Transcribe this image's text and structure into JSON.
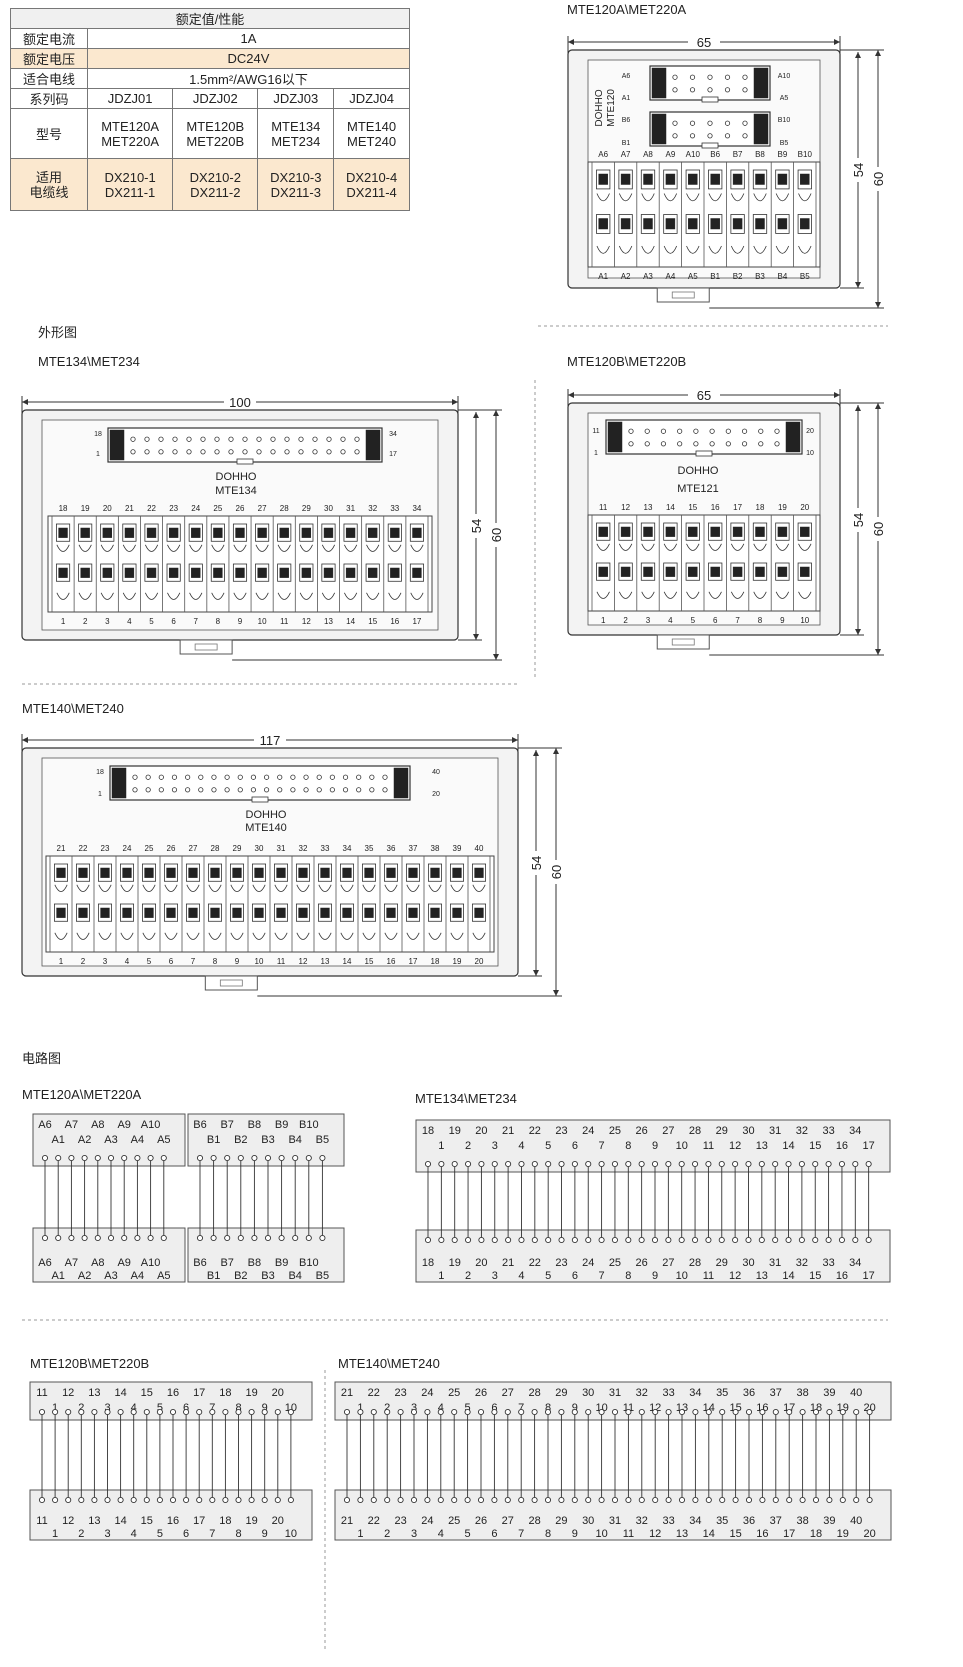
{
  "spec_table": {
    "header": "额定值/性能",
    "rows": [
      {
        "label": "额定电流",
        "value": "1A"
      },
      {
        "label": "额定电压",
        "value": "DC24V"
      },
      {
        "label": "适合电线",
        "value": "1.5mm²/AWG16以下"
      }
    ],
    "series_label": "系列码",
    "series": [
      "JDZJ01",
      "JDZJ02",
      "JDZJ03",
      "JDZJ04"
    ],
    "model_label": "型号",
    "models": [
      [
        "MTE120A",
        "MET220A"
      ],
      [
        "MTE120B",
        "MET220B"
      ],
      [
        "MTE134",
        "MET234"
      ],
      [
        "MTE140",
        "MET240"
      ]
    ],
    "cable_label_1": "适用",
    "cable_label_2": "电缆线",
    "cables": [
      [
        "DX210-1",
        "DX211-1"
      ],
      [
        "DX210-2",
        "DX211-2"
      ],
      [
        "DX210-3",
        "DX211-3"
      ],
      [
        "DX210-4",
        "DX211-4"
      ]
    ]
  },
  "section_outline": "外形图",
  "section_circuit": "电路图",
  "drawings": {
    "mte120a": {
      "title": "MTE120A\\MET220A",
      "width": "65",
      "h1": "54",
      "h2": "60",
      "brand": "DOHHO",
      "model": "MTE120",
      "top_labels": [
        "A6",
        "A7",
        "A8",
        "A9",
        "A10",
        "B6",
        "B7",
        "B8",
        "B9",
        "B10"
      ],
      "bottom_labels": [
        "A1",
        "A2",
        "A3",
        "A4",
        "A5",
        "B1",
        "B2",
        "B3",
        "B4",
        "B5"
      ],
      "conn_labels": [
        "A6",
        "A1",
        "A10",
        "A5",
        "B6",
        "B1",
        "B10",
        "B5"
      ]
    },
    "mte134": {
      "title": "MTE134\\MET234",
      "width": "100",
      "h1": "54",
      "h2": "60",
      "brand": "DOHHO",
      "model": "MTE134",
      "pin_top_left": "18",
      "pin_bot_left": "1",
      "pin_top_right": "34",
      "pin_bot_right": "17",
      "top_labels": [
        "18",
        "19",
        "20",
        "21",
        "22",
        "23",
        "24",
        "25",
        "26",
        "27",
        "28",
        "29",
        "30",
        "31",
        "32",
        "33",
        "34"
      ],
      "bottom_labels": [
        "1",
        "2",
        "3",
        "4",
        "5",
        "6",
        "7",
        "8",
        "9",
        "10",
        "11",
        "12",
        "13",
        "14",
        "15",
        "16",
        "17"
      ]
    },
    "mte120b": {
      "title": "MTE120B\\MET220B",
      "width": "65",
      "h1": "54",
      "h2": "60",
      "brand": "DOHHO",
      "model": "MTE121",
      "pin_top_left": "11",
      "pin_bot_left": "1",
      "pin_top_right": "20",
      "pin_bot_right": "10",
      "top_labels": [
        "11",
        "12",
        "13",
        "14",
        "15",
        "16",
        "17",
        "18",
        "19",
        "20"
      ],
      "bottom_labels": [
        "1",
        "2",
        "3",
        "4",
        "5",
        "6",
        "7",
        "8",
        "9",
        "10"
      ]
    },
    "mte140": {
      "title": "MTE140\\MET240",
      "width": "117",
      "h1": "54",
      "h2": "60",
      "brand": "DOHHO",
      "model": "MTE140",
      "pin_top_left": "18",
      "pin_bot_left": "1",
      "pin_top_right": "40",
      "pin_bot_right": "20",
      "top_labels": [
        "21",
        "22",
        "23",
        "24",
        "25",
        "26",
        "27",
        "28",
        "29",
        "30",
        "31",
        "32",
        "33",
        "34",
        "35",
        "36",
        "37",
        "38",
        "39",
        "40"
      ],
      "bottom_labels": [
        "1",
        "2",
        "3",
        "4",
        "5",
        "6",
        "7",
        "8",
        "9",
        "10",
        "11",
        "12",
        "13",
        "14",
        "15",
        "16",
        "17",
        "18",
        "19",
        "20"
      ]
    }
  },
  "circuits": {
    "c120a": {
      "title": "MTE120A\\MET220A",
      "top_a": [
        "A6",
        "A7",
        "A8",
        "A9",
        "A10"
      ],
      "bot_a": [
        "A1",
        "A2",
        "A3",
        "A4",
        "A5"
      ],
      "top_b": [
        "B6",
        "B7",
        "B8",
        "B9",
        "B10"
      ],
      "bot_b": [
        "B1",
        "B2",
        "B3",
        "B4",
        "B5"
      ]
    },
    "c134": {
      "title": "MTE134\\MET234",
      "top": [
        "18",
        "19",
        "20",
        "21",
        "22",
        "23",
        "24",
        "25",
        "26",
        "27",
        "28",
        "29",
        "30",
        "31",
        "32",
        "33",
        "34"
      ],
      "bot": [
        "1",
        "2",
        "3",
        "4",
        "5",
        "6",
        "7",
        "8",
        "9",
        "10",
        "11",
        "12",
        "13",
        "14",
        "15",
        "16",
        "17"
      ]
    },
    "c120b": {
      "title": "MTE120B\\MET220B",
      "top": [
        "11",
        "12",
        "13",
        "14",
        "15",
        "16",
        "17",
        "18",
        "19",
        "20"
      ],
      "bot": [
        "1",
        "2",
        "3",
        "4",
        "5",
        "6",
        "7",
        "8",
        "9",
        "10"
      ]
    },
    "c140": {
      "title": "MTE140\\MET240",
      "top": [
        "21",
        "22",
        "23",
        "24",
        "25",
        "26",
        "27",
        "28",
        "29",
        "30",
        "31",
        "32",
        "33",
        "34",
        "35",
        "36",
        "37",
        "38",
        "39",
        "40"
      ],
      "bot": [
        "1",
        "2",
        "3",
        "4",
        "5",
        "6",
        "7",
        "8",
        "9",
        "10",
        "11",
        "12",
        "13",
        "14",
        "15",
        "16",
        "17",
        "18",
        "19",
        "20"
      ]
    }
  }
}
